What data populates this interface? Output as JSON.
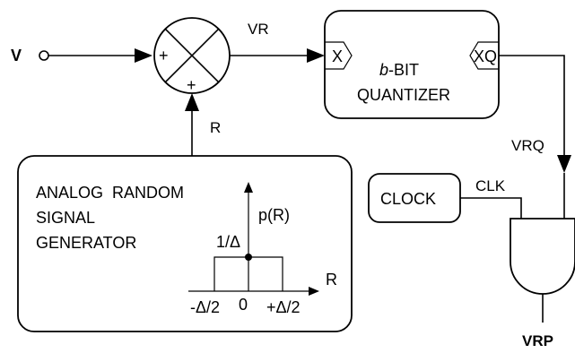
{
  "input_label": "V",
  "summer": {
    "sign_left": "+",
    "sign_bottom": "+"
  },
  "vr_label": "VR",
  "r_label": "R",
  "quantizer": {
    "title_bit_prefix": "b",
    "title_bit_suffix": "-BIT",
    "title_line2": "QUANTIZER",
    "port_in": "X",
    "port_out": "XQ"
  },
  "vrq_label": "VRQ",
  "clock": {
    "label": "CLOCK",
    "output_label": "CLK"
  },
  "output_label": "VRP",
  "generator": {
    "title_lines": [
      "ANALOG  RANDOM",
      "SIGNAL",
      "GENERATOR"
    ],
    "pdf": {
      "y_axis_label": "p(R)",
      "x_axis_label": "R",
      "height_label": "1/Δ",
      "tick_left": "-Δ/2",
      "tick_zero": "0",
      "tick_right": "+Δ/2"
    }
  }
}
